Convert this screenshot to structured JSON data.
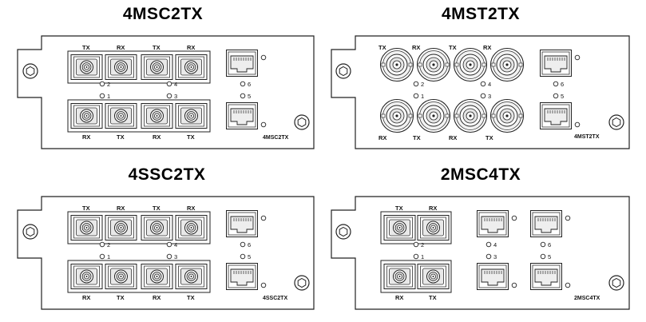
{
  "cards": [
    {
      "id": "4msc2tx",
      "title": "4MSC2TX",
      "model_label": "4MSC2TX",
      "top_labels": [
        "TX",
        "RX",
        "TX",
        "RX"
      ],
      "bottom_labels": [
        "RX",
        "TX",
        "RX",
        "TX"
      ],
      "port_numbers": {
        "p1": "1",
        "p2": "2",
        "p3": "3",
        "p4": "4",
        "p5": "5",
        "p6": "6"
      }
    },
    {
      "id": "4mst2tx",
      "title": "4MST2TX",
      "model_label": "4MST2TX",
      "top_labels": [
        "TX",
        "RX",
        "TX",
        "RX"
      ],
      "bottom_labels": [
        "RX",
        "TX",
        "RX",
        "TX"
      ],
      "port_numbers": {
        "p1": "1",
        "p2": "2",
        "p3": "3",
        "p4": "4",
        "p5": "5",
        "p6": "6"
      }
    },
    {
      "id": "4ssc2tx",
      "title": "4SSC2TX",
      "model_label": "4SSC2TX",
      "top_labels": [
        "TX",
        "RX",
        "TX",
        "RX"
      ],
      "bottom_labels": [
        "RX",
        "TX",
        "RX",
        "TX"
      ],
      "port_numbers": {
        "p1": "1",
        "p2": "2",
        "p3": "3",
        "p4": "4",
        "p5": "5",
        "p6": "6"
      }
    },
    {
      "id": "2msc4tx",
      "title": "2MSC4TX",
      "model_label": "2MSC4TX",
      "top_labels": [
        "TX",
        "RX"
      ],
      "bottom_labels": [
        "RX",
        "TX"
      ],
      "port_numbers": {
        "p1": "1",
        "p2": "2",
        "p3": "3",
        "p4": "4",
        "p5": "5",
        "p6": "6"
      }
    }
  ]
}
